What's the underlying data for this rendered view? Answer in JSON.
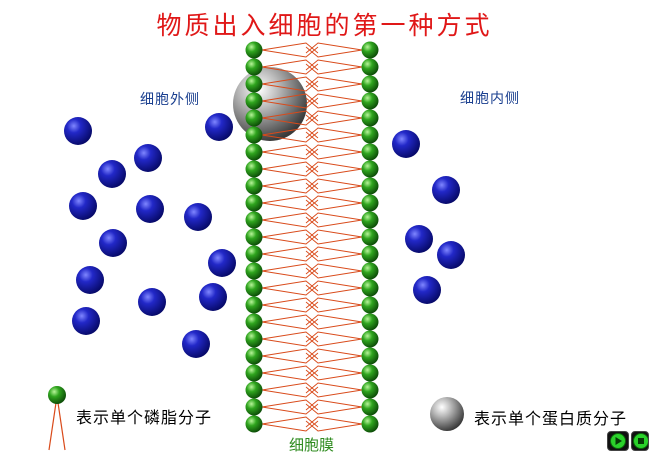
{
  "title": "物质出入细胞的第一种方式",
  "labels": {
    "outside": "细胞外侧",
    "inside": "细胞内侧",
    "membrane": "细胞膜"
  },
  "legend": {
    "phospholipid": "表示单个磷脂分子",
    "protein": "表示单个蛋白质分子"
  },
  "controls": {
    "play": "play-icon",
    "stop": "stop-icon"
  },
  "colors": {
    "title": "#e01818",
    "side_label": "#1a3f8f",
    "membrane_label": "#2e8b1e",
    "lipid_head": "#2a9a1a",
    "lipid_tail": "#d94a1a",
    "molecule": "#1a1fa8"
  }
}
